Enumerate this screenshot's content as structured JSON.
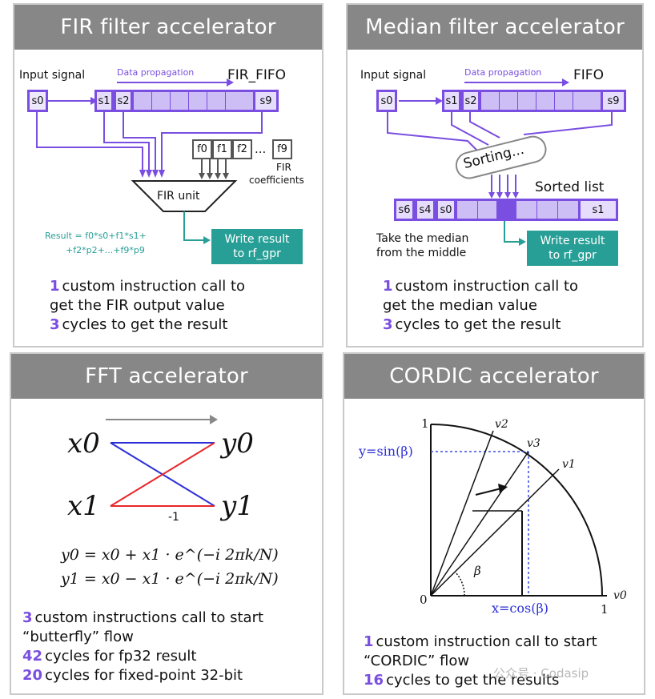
{
  "panels": {
    "fir": {
      "title": "FIR filter accelerator",
      "input_label": "Input signal",
      "propagation_label": "Data propagation",
      "fifo_label": "FIR_FIFO",
      "s_input": "s0",
      "fifo_cells": [
        "s1",
        "s2",
        "",
        "",
        "",
        "",
        "",
        "",
        "s9"
      ],
      "coef_cells": [
        "f0",
        "f1",
        "f2",
        "...",
        "f9"
      ],
      "coef_label": [
        "FIR",
        "coefficients"
      ],
      "unit_label": "FIR unit",
      "result_formula": [
        "Result = f0*s0+f1*s1+",
        "+f2*p2+...+f9*p9"
      ],
      "write_result": [
        "Write result",
        "to rf_gpr"
      ],
      "description": [
        {
          "num": "1",
          "text": "custom instruction call to"
        },
        {
          "num": "",
          "text": "get the FIR output value"
        },
        {
          "num": "3",
          "text": "cycles to get the result"
        }
      ]
    },
    "median": {
      "title": "Median filter accelerator",
      "input_label": "Input signal",
      "propagation_label": "Data propagation",
      "fifo_label": "FIFO",
      "s_input": "s0",
      "fifo_cells": [
        "s1",
        "s2",
        "",
        "",
        "",
        "",
        "",
        "",
        "s9"
      ],
      "sorting_label": "Sorting...",
      "sorted_label": "Sorted list",
      "sorted_cells": [
        "s6",
        "s4",
        "s0",
        "",
        "",
        "",
        "",
        "",
        "s1"
      ],
      "median_note": [
        "Take the median",
        "from the middle"
      ],
      "write_result": [
        "Write result",
        "to rf_gpr"
      ],
      "description": [
        {
          "num": "1",
          "text": "custom instruction call to"
        },
        {
          "num": "",
          "text": "get the median value"
        },
        {
          "num": "3",
          "text": "cycles to get the result"
        }
      ]
    },
    "fft": {
      "title": "FFT accelerator",
      "x0": "x0",
      "x1": "x1",
      "y0": "y0",
      "y1": "y1",
      "minus_one": "-1",
      "eq1": "y0 = x0 + x1 · e^(−i 2πk/N)",
      "eq2": "y1 = x0 − x1 · e^(−i 2πk/N)",
      "description": [
        {
          "num": "3",
          "text": "custom instructions call to start"
        },
        {
          "num": "",
          "text": "“butterfly” flow"
        },
        {
          "num": "42",
          "text": "cycles for fp32 result"
        },
        {
          "num": "20",
          "text": "cycles for fixed-point 32-bit"
        }
      ]
    },
    "cordic": {
      "title": "CORDIC accelerator",
      "y_label": "y=sin(β)",
      "x_label": "x=cos(β)",
      "beta": "β",
      "one_top": "1",
      "one_right": "1",
      "zero": "0",
      "v_labels": [
        "v2",
        "v3",
        "v1",
        "v0"
      ],
      "description": [
        {
          "num": "1",
          "text": "custom instruction call to start"
        },
        {
          "num": "",
          "text": "“CORDIC” flow"
        },
        {
          "num": "16",
          "text": "cycles to get the results"
        }
      ],
      "watermark": "公众号 · Codasip"
    }
  },
  "colors": {
    "accent": "#7a4ee0",
    "teal": "#289f96",
    "header": "#878787",
    "red": "#e8262b",
    "blue": "#2c2fd8",
    "dotted_blue": "#3a4fe0"
  }
}
